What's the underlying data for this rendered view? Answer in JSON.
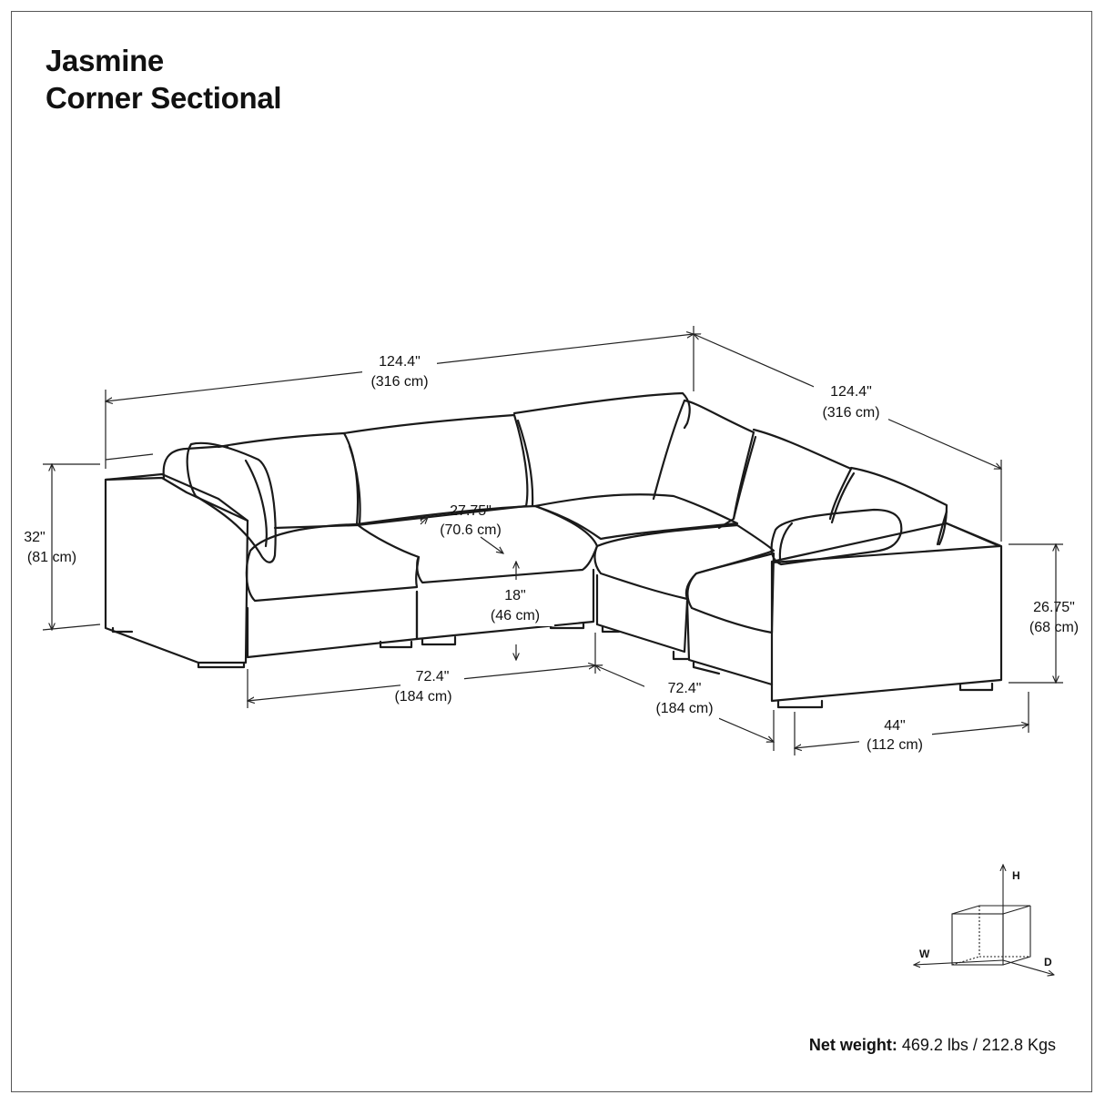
{
  "title": {
    "line1": "Jasmine",
    "line2": "Corner Sectional"
  },
  "dimensions": {
    "overall_width_left": {
      "in": "124.4\"",
      "cm": "(316 cm)"
    },
    "overall_width_right": {
      "in": "124.4\"",
      "cm": "(316 cm)"
    },
    "back_height": {
      "in": "32\"",
      "cm": "(81 cm)"
    },
    "seat_depth": {
      "in": "27.75\"",
      "cm": "(70.6 cm)"
    },
    "seat_height": {
      "in": "18\"",
      "cm": "(46 cm)"
    },
    "arm_height": {
      "in": "26.75\"",
      "cm": "(68 cm)"
    },
    "section_front": {
      "in": "72.4\"",
      "cm": "(184 cm)"
    },
    "section_side": {
      "in": "72.4\"",
      "cm": "(184 cm)"
    },
    "depth": {
      "in": "44\"",
      "cm": "(112 cm)"
    }
  },
  "axis_legend": {
    "h": "H",
    "w": "W",
    "d": "D"
  },
  "net_weight": {
    "label": "Net weight:",
    "value": " 469.2 lbs / 212.8 Kgs"
  },
  "line_color": "#1a1a1a"
}
